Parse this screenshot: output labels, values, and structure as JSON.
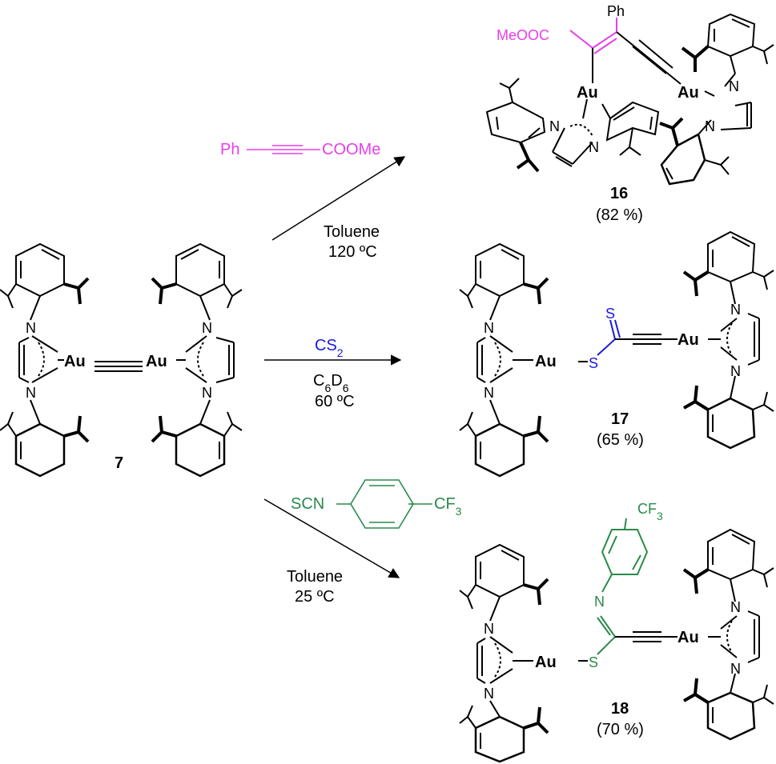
{
  "colors": {
    "bond": "#000000",
    "phenyl_ester_reagent": "#e83ee8",
    "cs2_reagent": "#1a1adf",
    "isothiocyanate_reagent": "#2a8a4a"
  },
  "start": {
    "compound_id": "7"
  },
  "atoms": {
    "au": "Au",
    "n": "N",
    "s": "S"
  },
  "reaction_top": {
    "reagent_left": "Ph",
    "reagent_right": "COOMe",
    "solvent": "Toluene",
    "temperature": "120 ºC",
    "product": {
      "id": "16",
      "yield": "(82 %)",
      "ester_label": "MeOOC",
      "phenyl_label": "Ph"
    }
  },
  "reaction_middle": {
    "reagent": "CS2",
    "solvent": "C6D6",
    "temperature": "60 ºC",
    "product": {
      "id": "17",
      "yield": "(65 %)"
    }
  },
  "reaction_bottom": {
    "reagent_left": "SCN",
    "reagent_right": "CF3",
    "solvent": "Toluene",
    "temperature": "25 ºC",
    "product": {
      "id": "18",
      "yield": "(70 %)",
      "cf3_label": "CF3"
    }
  }
}
